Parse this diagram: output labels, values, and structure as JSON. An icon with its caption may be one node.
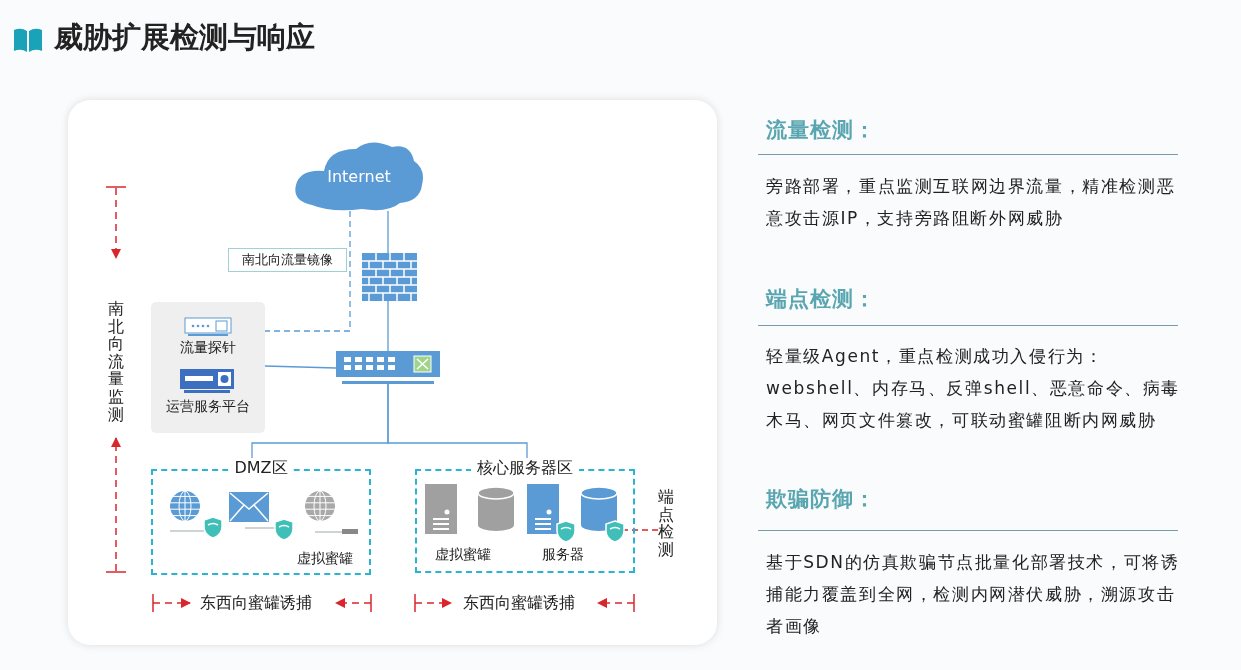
{
  "diagram": {
    "title": "威胁扩展检测与响应",
    "nodes": [
      {
        "text": [
          "Internet"
        ]
      },
      {
        "text": [],
        "shape": "picture"
      },
      {
        "text": [],
        "shape": "picture"
      },
      {
        "text": [],
        "shape": "box"
      },
      {
        "text": [
          "流量探针"
        ],
        "in": 3
      },
      {
        "text": [
          "运营服务平台"
        ],
        "in": 3
      },
      {
        "text": [
          "DMZ区"
        ]
      },
      {
        "text": [],
        "shape": "picture",
        "in": 6
      },
      {
        "text": [],
        "shape": "picture",
        "in": 6
      },
      {
        "text": [
          "虚拟蜜罐"
        ],
        "in": 6
      },
      {
        "text": [
          "核心服务器区"
        ]
      },
      {
        "text": [
          "虚拟蜜罐"
        ],
        "in": 10
      },
      {
        "text": [],
        "shape": "cylinder",
        "in": 10
      },
      {
        "text": [
          "服务器"
        ],
        "in": 10
      },
      {
        "text": [],
        "shape": "cylinder",
        "in": 10
      },
      {
        "text": [
          "端点检测"
        ]
      }
    ],
    "edges": [
      {
        "from": 0,
        "to": 1,
        "arrow": "none"
      },
      {
        "from": 1,
        "to": 2,
        "arrow": "none"
      },
      {
        "from": 2,
        "to": 3,
        "arrow": "none"
      },
      {
        "from": 2,
        "to": 6,
        "arrow": "none"
      },
      {
        "from": 2,
        "to": 10,
        "arrow": "none"
      },
      {
        "from": 0,
        "to": 4,
        "arrow": "to",
        "style": "dashed",
        "label": "南北向流量镜像"
      },
      {
        "from": 15,
        "to": 14,
        "arrow": "none",
        "style": "dashed",
        "color": "#d9262c"
      }
    ],
    "labels": [
      "南北向流量监测",
      "东西向蜜罐诱捕",
      "东西向蜜罐诱捕",
      "流量检测：",
      "旁路部署，重点监测互联网边界流量，精准检测恶意攻击源IP，支持旁路阻断外网威胁",
      "端点检测：",
      "轻量级Agent，重点检测成功入侵行为：webshell、内存马、反弹shell、恶意命令、病毒木马、网页文件篡改，可联动蜜罐阻断内网威胁",
      "欺骗防御：",
      "基于SDN的仿真欺骗节点批量化部署技术，可将诱捕能力覆盖到全网，检测内网潜伏威胁，溯源攻击者画像"
    ]
  }
}
